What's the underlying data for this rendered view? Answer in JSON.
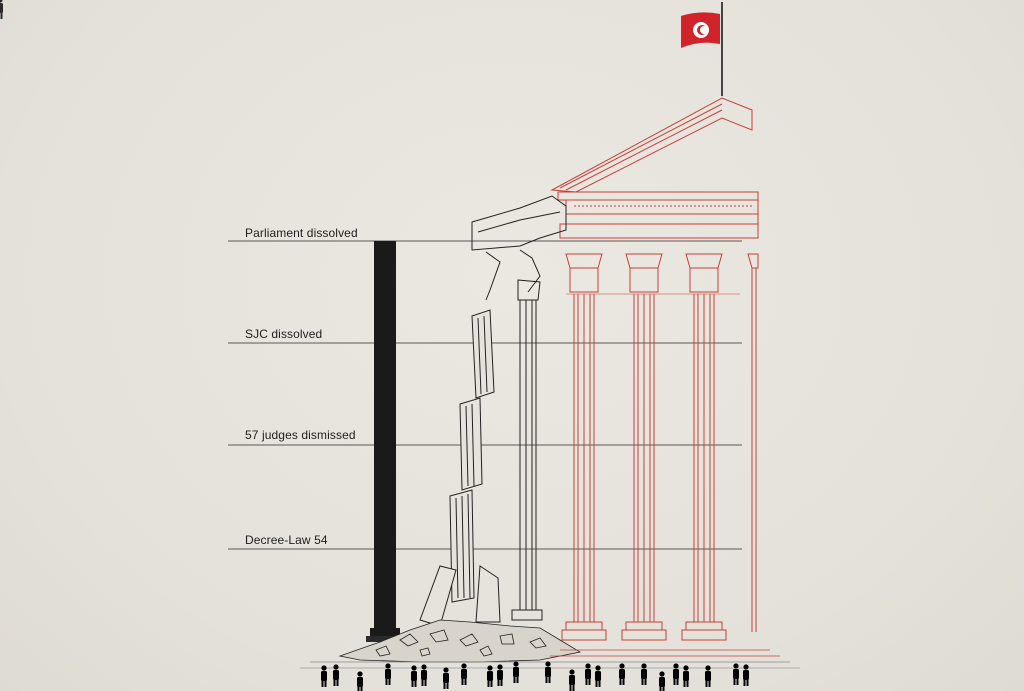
{
  "illustration": {
    "milestones": [
      {
        "label": "Parliament dissolved"
      },
      {
        "label": "SJC dissolved"
      },
      {
        "label": "57 judges dismissed"
      },
      {
        "label": "Decree-Law 54"
      }
    ],
    "colors": {
      "background": "#e6e3dc",
      "ink": "#1a1a1a",
      "drawing_red": "#c8403a",
      "flag_red": "#d0242a"
    },
    "flag": "tunisian-flag"
  }
}
